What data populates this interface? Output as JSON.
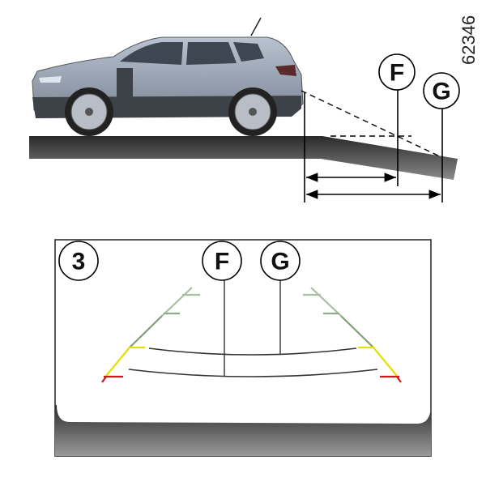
{
  "figure_ref": "62346",
  "side_view": {
    "label_f": "F",
    "label_g": "G"
  },
  "camera_view": {
    "panel_number": "3",
    "label_f": "F",
    "label_g": "G"
  },
  "colors": {
    "guide_green": "#7f9e78",
    "guide_yellow": "#e6e000",
    "guide_red": "#cc1a1a",
    "arc": "#333333",
    "ground": "#3c3c3c",
    "car_body": "#9aa3b0"
  }
}
